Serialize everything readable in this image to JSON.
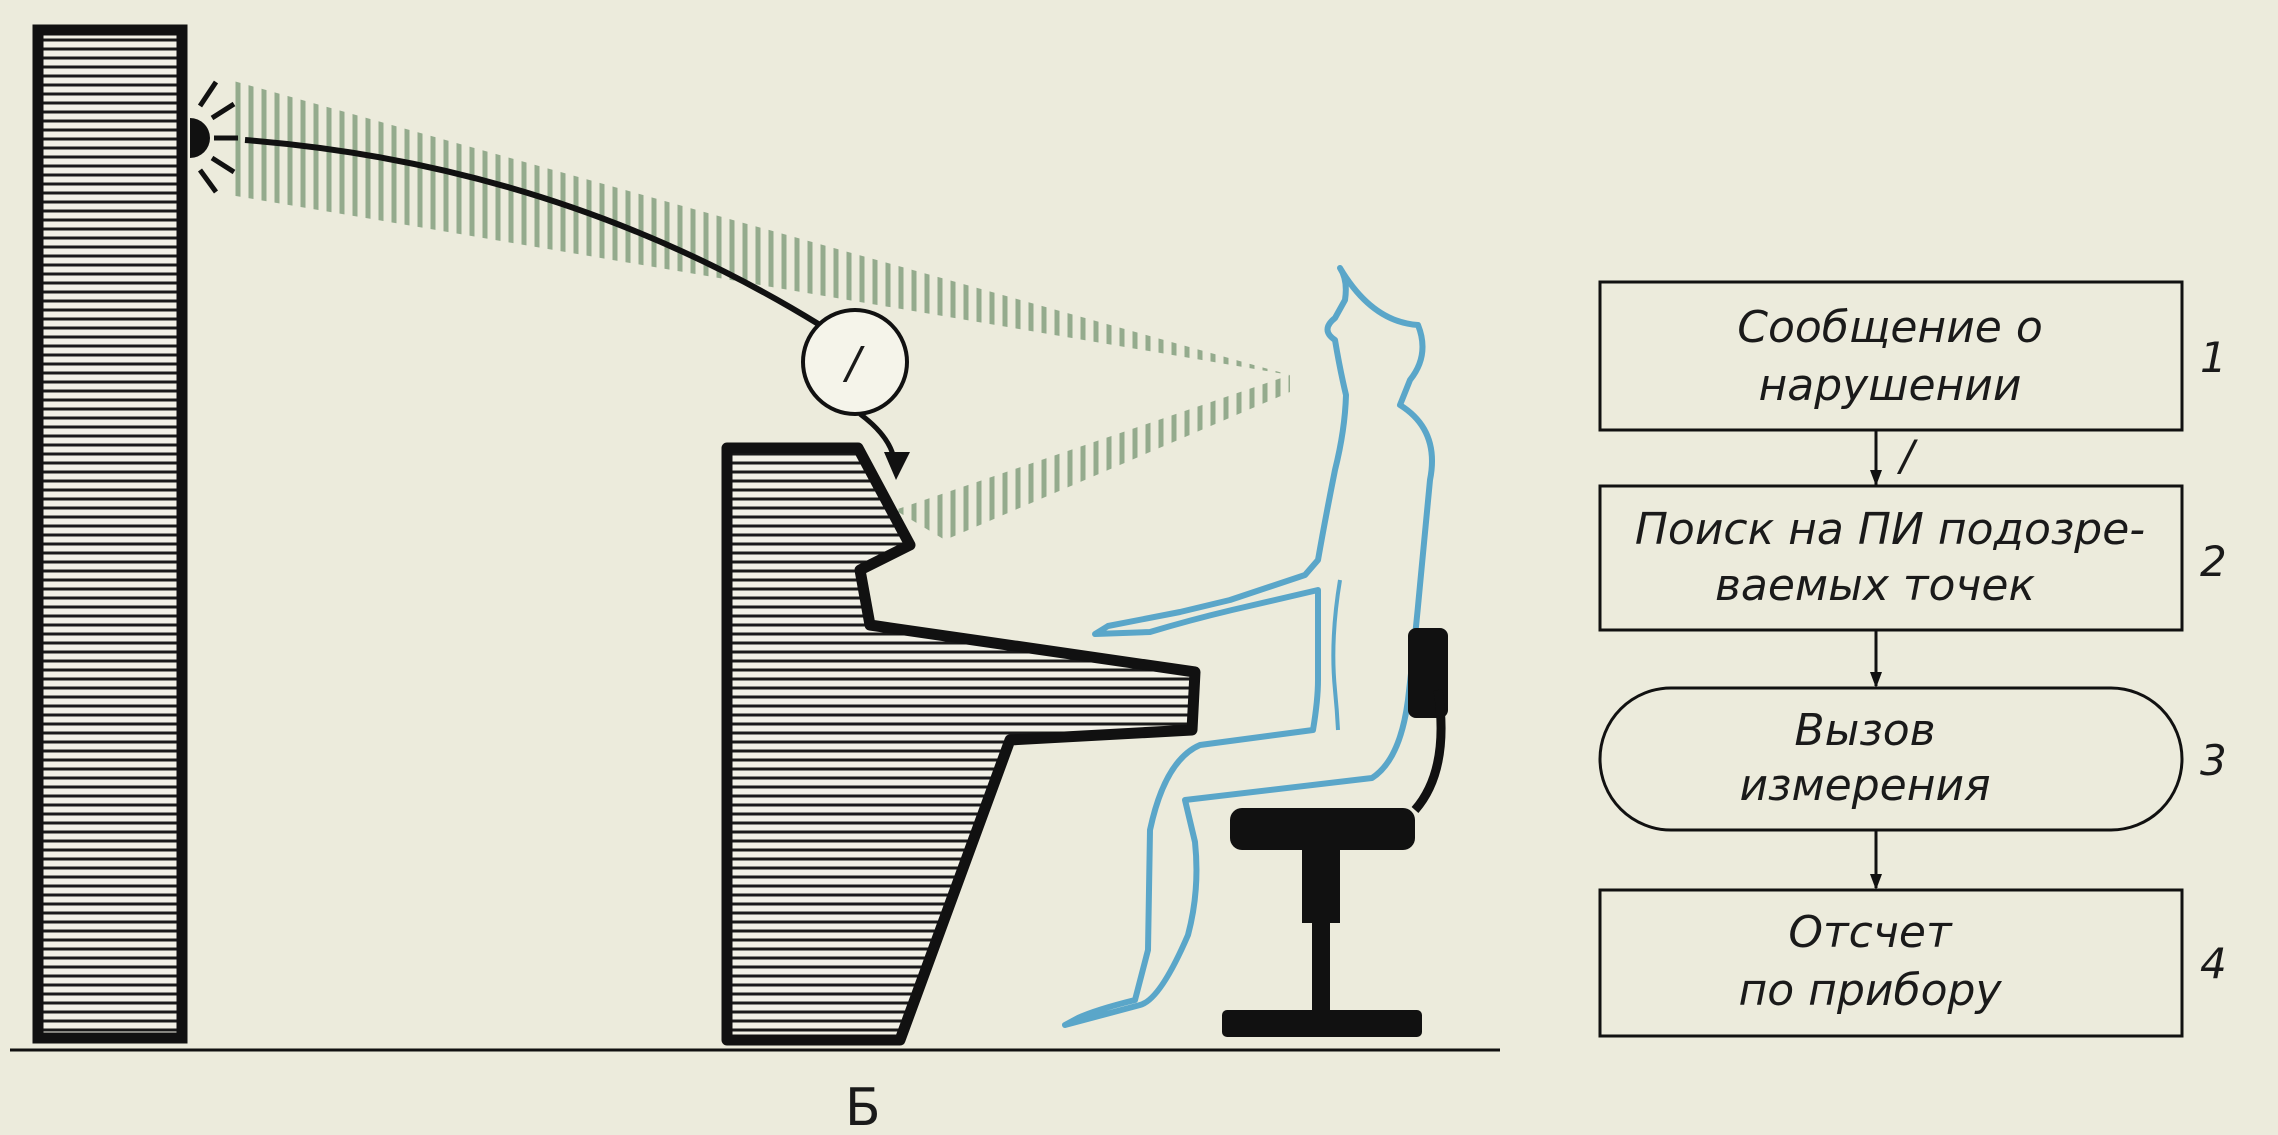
{
  "figure_label": "Б",
  "gauge_mark": "/",
  "arrow_mark": "/",
  "colors": {
    "ink": "#111111",
    "paper": "#ecebdc",
    "beam": "#8fa889",
    "figure": "#5aa6c9"
  },
  "icons": [
    "indicator-light-icon",
    "dial-gauge-icon",
    "operator-figure",
    "swivel-chair-icon"
  ],
  "flowchart": {
    "steps": [
      {
        "line1": "Сообщение о",
        "line2": "нарушении",
        "number": "1"
      },
      {
        "line1": "Поиск на ПИ подозре-",
        "line2": "ваемых точек",
        "number": "2"
      },
      {
        "line1": "Вызов",
        "line2": "измерения",
        "number": "3"
      },
      {
        "line1": "Отсчет",
        "line2": "по прибору",
        "number": "4"
      }
    ]
  }
}
